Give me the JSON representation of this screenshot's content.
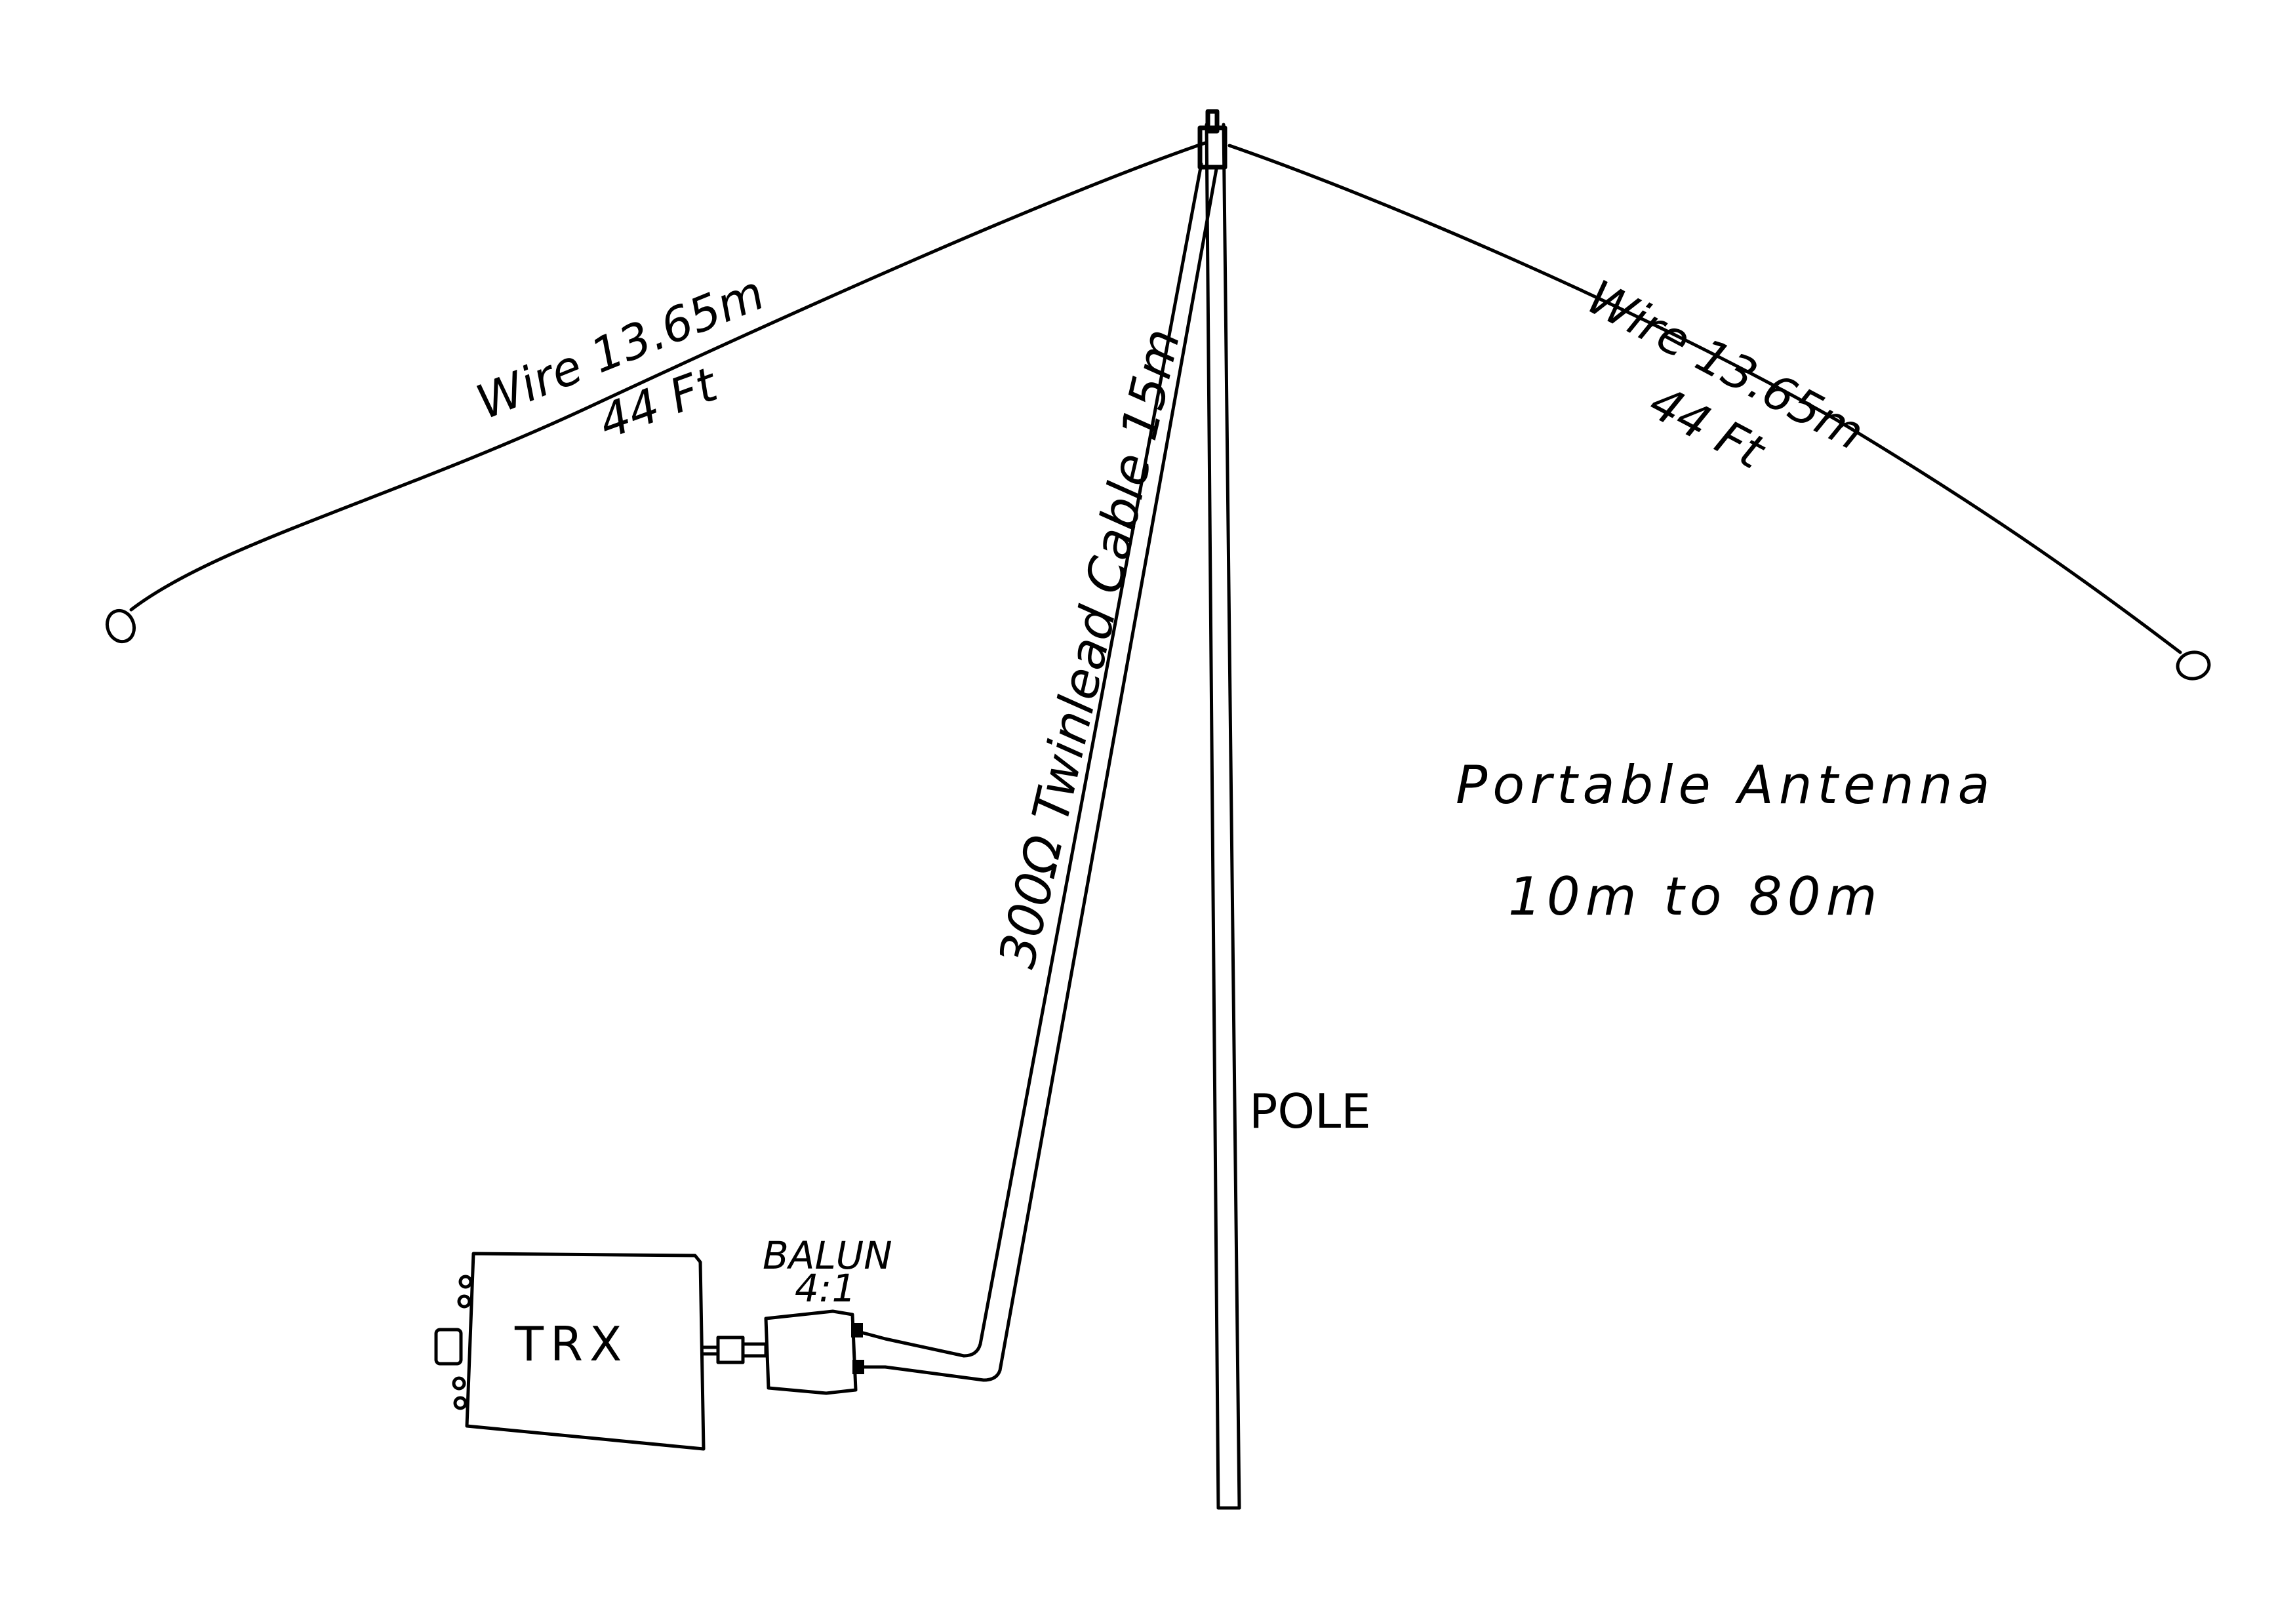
{
  "diagram": {
    "left_wire": {
      "length_m": "Wire 13.65m",
      "length_ft": "44 Ft"
    },
    "right_wire": {
      "length_m": "Wire 13.65m",
      "length_ft": "44 Ft"
    },
    "feedline": "300Ω Twinlead Cable 15m",
    "pole": "POLE",
    "balun": {
      "name": "BALUN",
      "ratio": "4:1"
    },
    "transceiver": "TRX",
    "title": "Portable Antenna",
    "subtitle": "10m to 80m"
  }
}
